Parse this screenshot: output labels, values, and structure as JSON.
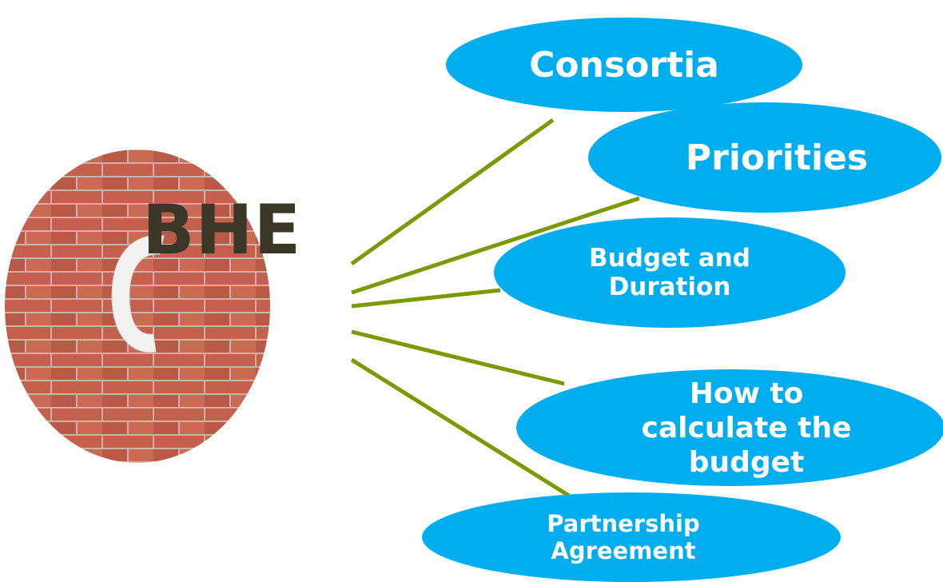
{
  "center": {
    "label": "BHE",
    "image": "brick-wall-letter-c-circle"
  },
  "nodes": [
    {
      "id": "consortia",
      "label": "Consortia"
    },
    {
      "id": "priorities",
      "label": "Priorities"
    },
    {
      "id": "budget",
      "label": "Budget and\nDuration"
    },
    {
      "id": "calc",
      "label": "How to\ncalculate the\nbudget"
    },
    {
      "id": "partner",
      "label": "Partnership\nAgreement"
    }
  ],
  "colors": {
    "node_fill": "#00aeef",
    "node_text": "#ffffff",
    "connector": "#7a9a01",
    "center_text": "#3a3628",
    "brick": "#c0604c",
    "mortar": "#d9b8a8"
  }
}
